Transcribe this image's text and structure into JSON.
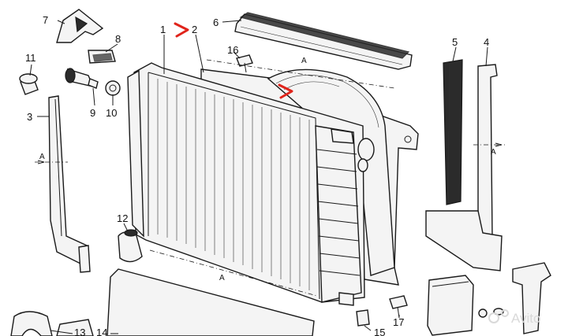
{
  "callouts": {
    "c1": "1",
    "c2": "2",
    "c3": "3",
    "c4": "4",
    "c5": "5",
    "c6": "6",
    "c7": "7",
    "c8": "8",
    "c9": "9",
    "c10": "10",
    "c11": "11",
    "c12": "12",
    "c13": "13",
    "c14": "14",
    "c15": "15",
    "c16": "16",
    "c17": "17"
  },
  "dimension_label": "A",
  "watermark": "Avito",
  "marker_color": "#e0241b"
}
